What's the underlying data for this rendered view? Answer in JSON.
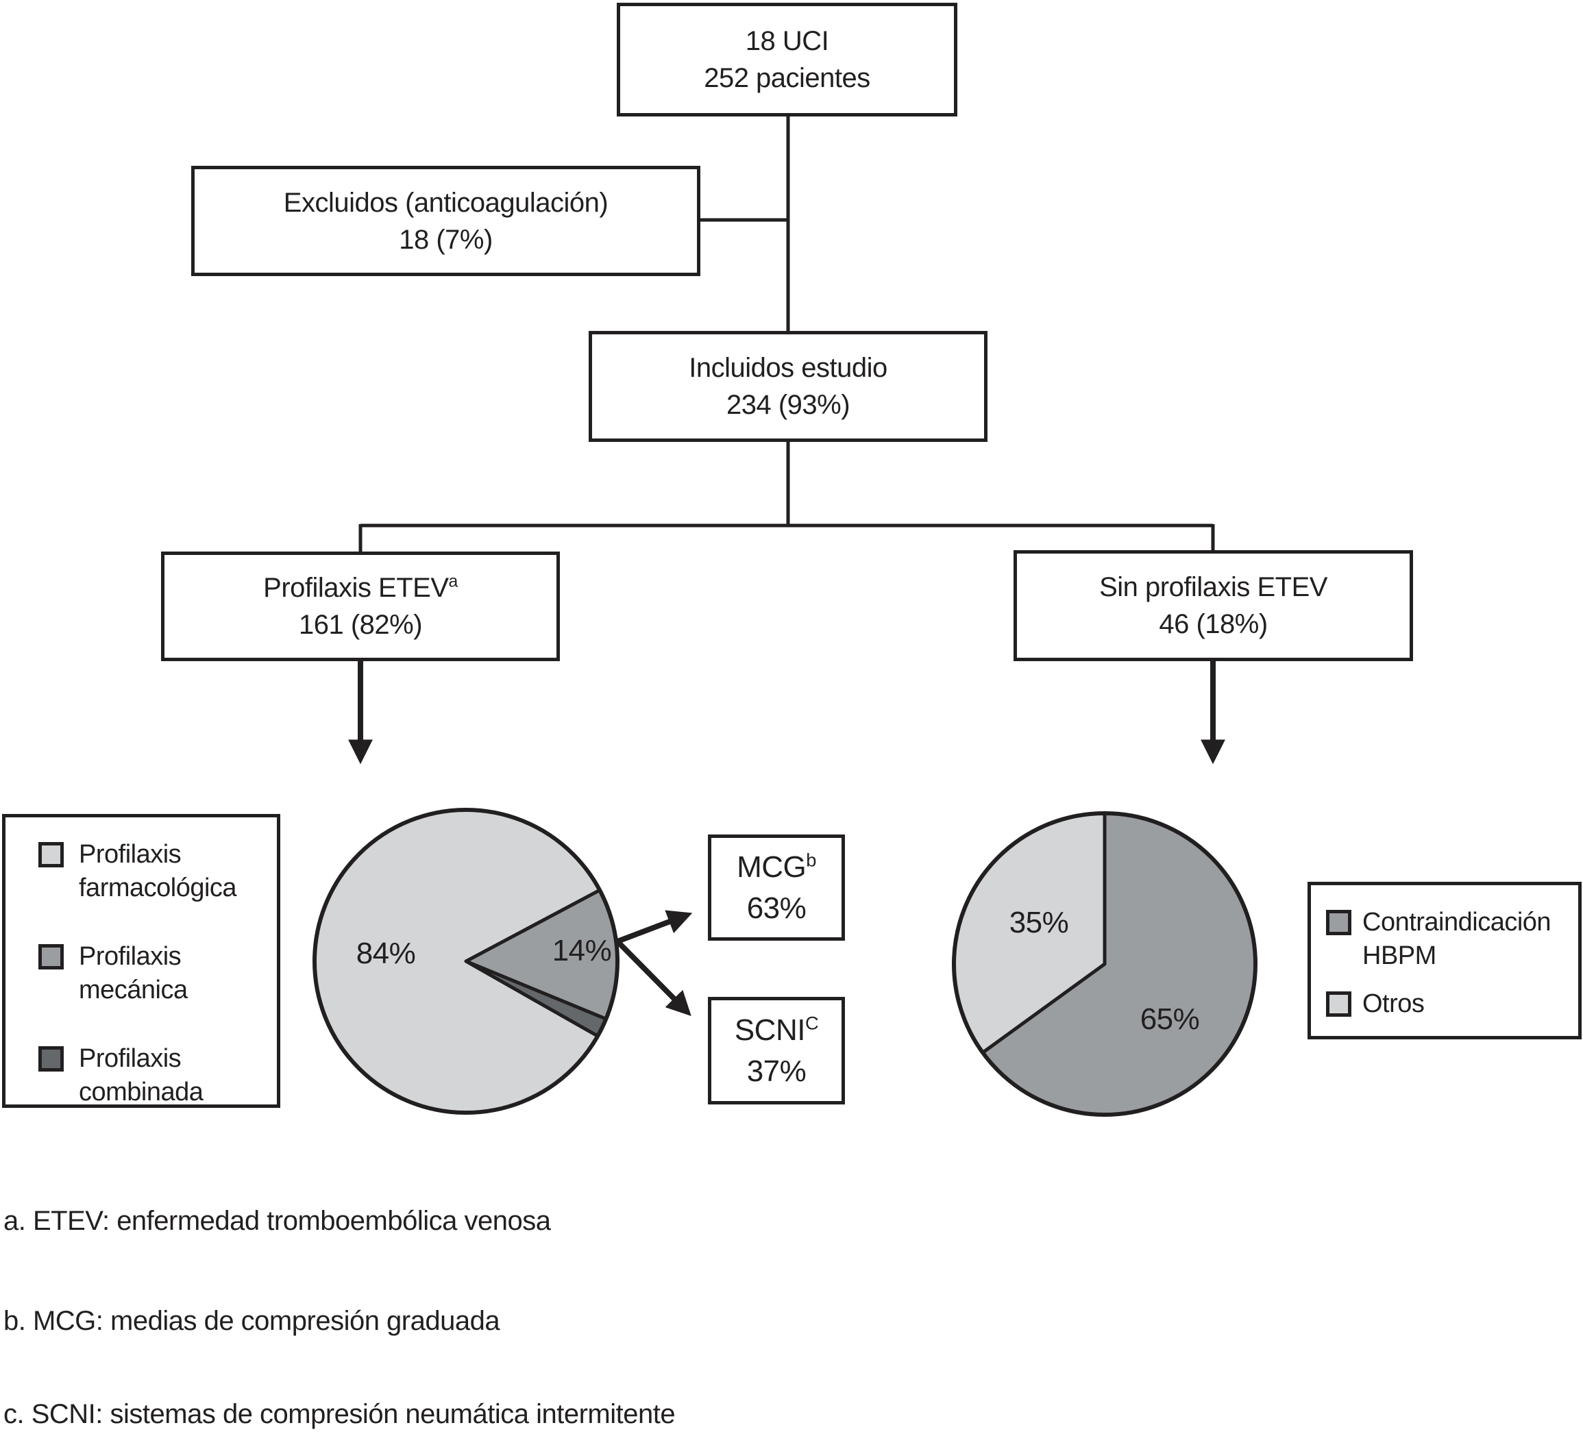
{
  "flowchart": {
    "top_box": {
      "line1": "18 UCI",
      "line2": "252 pacientes"
    },
    "excluded_box": {
      "line1": "Excluidos (anticoagulación)",
      "line2": "18 (7%)"
    },
    "included_box": {
      "line1": "Incluidos estudio",
      "line2": "234 (93%)"
    },
    "prophylaxis_box": {
      "line1": "Profilaxis ETEV",
      "sup": "a",
      "line2": "161 (82%)"
    },
    "no_prophylaxis_box": {
      "line1": "Sin profilaxis ETEV",
      "line2": "46 (18%)"
    },
    "mcg_box": {
      "line1": "MCG",
      "sup": "b",
      "line2": "63%"
    },
    "scni_box": {
      "line1": "SCNI",
      "sup": "C",
      "line2": "37%"
    }
  },
  "legend_left": {
    "items": [
      {
        "label": "Profilaxis farmacológica",
        "color": "#d3d5d7"
      },
      {
        "label": "Profilaxis mecánica",
        "color": "#9b9ea1"
      },
      {
        "label": "Profilaxis combinada",
        "color": "#65686b"
      }
    ]
  },
  "legend_right": {
    "items": [
      {
        "label": "Contraindicación HBPM",
        "color": "#9b9ea1"
      },
      {
        "label": "Otros",
        "color": "#d3d5d7"
      }
    ]
  },
  "chart_data": [
    {
      "type": "pie",
      "name": "profilaxis-etev-composition",
      "title": "Distribución de tipos de profilaxis (Profilaxis ETEV, 161 pacientes)",
      "start_deg": 28,
      "radius": 221,
      "slices": [
        {
          "label": "Profilaxis mecánica",
          "value_pct": 14,
          "color": "#9b9ea1",
          "text": "14%"
        },
        {
          "label": "Profilaxis combinada",
          "value_pct": 2,
          "color": "#65686b",
          "text": ""
        },
        {
          "label": "Profilaxis farmacológica",
          "value_pct": 84,
          "color": "#d3d5d7",
          "text": "84%"
        }
      ]
    },
    {
      "type": "pie",
      "name": "sin-profilaxis-reasons",
      "title": "Motivos de no profilaxis (Sin profilaxis ETEV, 46 pacientes)",
      "start_deg": 90,
      "radius": 220,
      "slices": [
        {
          "label": "Contraindicación HBPM",
          "value_pct": 65,
          "color": "#9b9ea1",
          "text": "65%"
        },
        {
          "label": "Otros",
          "value_pct": 35,
          "color": "#d3d5d7",
          "text": "35%"
        }
      ]
    }
  ],
  "footnotes": [
    "a. ETEV: enfermedad tromboembólica venosa",
    "b. MCG: medias de compresión graduada",
    "c. SCNI: sistemas de compresión neumática intermitente"
  ]
}
